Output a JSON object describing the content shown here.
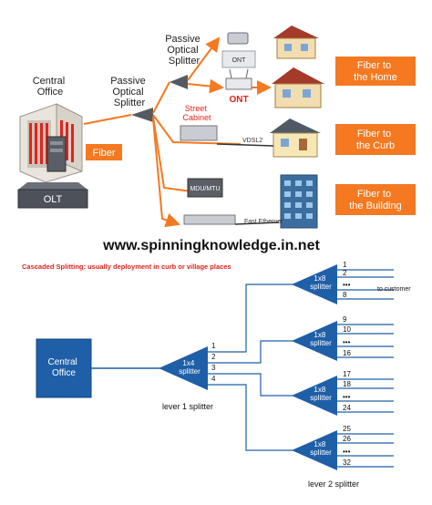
{
  "top": {
    "central_office": "Central\nOffice",
    "olt": "OLT",
    "pos_main": "Passive\nOptical\nSplitter",
    "pos_top": "Passive\nOptical\nSplitter",
    "fiber": "Fiber",
    "ont_box": "ONT",
    "ont_red": "ONT",
    "street_cabinet": "Street\nCabinet",
    "vdsl2": "VDSL2",
    "mdu": "MDU/MTU",
    "fast_ethernet": "Fast Ethernet",
    "fth": "Fiber to\nthe Home",
    "ftc": "Fiber to\nthe Curb",
    "ftb": "Fiber to\nthe Building",
    "colors": {
      "orange": "#f47920",
      "red": "#e2231a",
      "blue": "#1f5fa8"
    }
  },
  "website": "www.spinningknowledge.in.net",
  "bottom": {
    "title": "Cascaded Splitting: usually deployment in curb or village places",
    "central_office": "Central\nOffice",
    "level1": {
      "label": "1x4\nsplitter",
      "ports": [
        "1",
        "2",
        "3",
        "4"
      ]
    },
    "level2": [
      {
        "label": "1x8\nsplitter",
        "ports": [
          "1",
          "2",
          "•••",
          "8"
        ]
      },
      {
        "label": "1x8\nsplitter",
        "ports": [
          "9",
          "10",
          "•••",
          "16"
        ]
      },
      {
        "label": "1x8\nsplitter",
        "ports": [
          "17",
          "18",
          "•••",
          "24"
        ]
      },
      {
        "label": "1x8\nsplitter",
        "ports": [
          "25",
          "26",
          "•••",
          "32"
        ]
      }
    ],
    "to_customer": "to customer",
    "lever1": "lever 1 splitter",
    "lever2": "lever 2 splitter"
  }
}
